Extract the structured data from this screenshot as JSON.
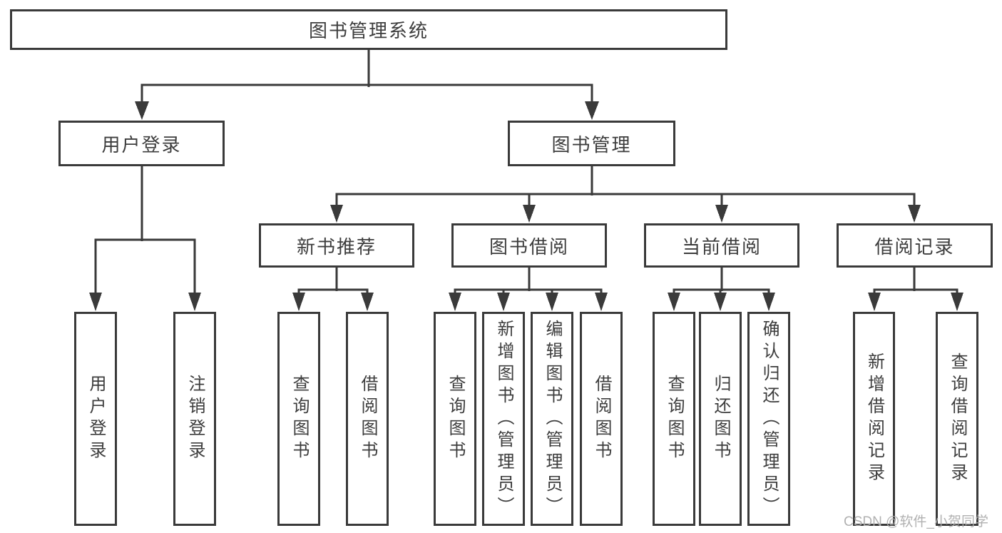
{
  "diagram_title": "图书管理系统",
  "tree": {
    "root": {
      "label": "图书管理系统"
    },
    "branches": [
      {
        "label": "用户登录",
        "children": [
          {
            "label": "用户登录"
          },
          {
            "label": "注销登录"
          }
        ]
      },
      {
        "label": "图书管理",
        "children": [
          {
            "label": "新书推荐",
            "children": [
              {
                "label": "查询图书"
              },
              {
                "label": "借阅图书"
              }
            ]
          },
          {
            "label": "图书借阅",
            "children": [
              {
                "label": "查询图书"
              },
              {
                "label": "新增图书（管理员）"
              },
              {
                "label": "编辑图书（管理员）"
              },
              {
                "label": "借阅图书"
              }
            ]
          },
          {
            "label": "当前借阅",
            "children": [
              {
                "label": "查询图书"
              },
              {
                "label": "归还图书"
              },
              {
                "label": "确认归还（管理员）"
              }
            ]
          },
          {
            "label": "借阅记录",
            "children": [
              {
                "label": "新增借阅记录"
              },
              {
                "label": "查询借阅记录"
              }
            ]
          }
        ]
      }
    ]
  },
  "watermark": "CSDN @软件_小贺同学",
  "colors": {
    "line": "#3a3a3a",
    "text": "#3d3d3d",
    "watermark": "#adadad",
    "background": "#ffffff"
  }
}
